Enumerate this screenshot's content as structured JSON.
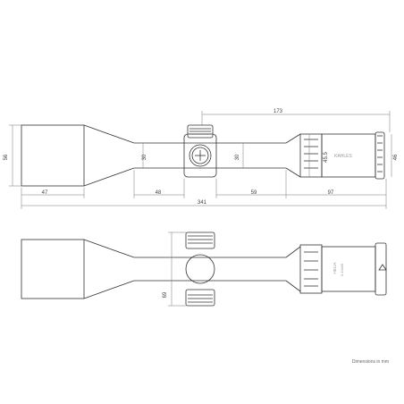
{
  "top_view": {
    "dimensions": {
      "top_length": "173",
      "objective_diameter": "56",
      "tube_left": "30",
      "tube_right": "30",
      "ring_diameter": "45.5",
      "eyepiece_diameter": "46",
      "objective_length": "47",
      "tube_front": "48",
      "tube_rear": "59",
      "eyepiece_length": "97",
      "total_length": "341"
    },
    "brand_mark": "KAHLES"
  },
  "side_view": {
    "dimensions": {
      "height": "69"
    },
    "ring_text": "HELIA",
    "ring_subtext": "3-10x56"
  },
  "footer": {
    "note": "Dimensions in mm"
  }
}
